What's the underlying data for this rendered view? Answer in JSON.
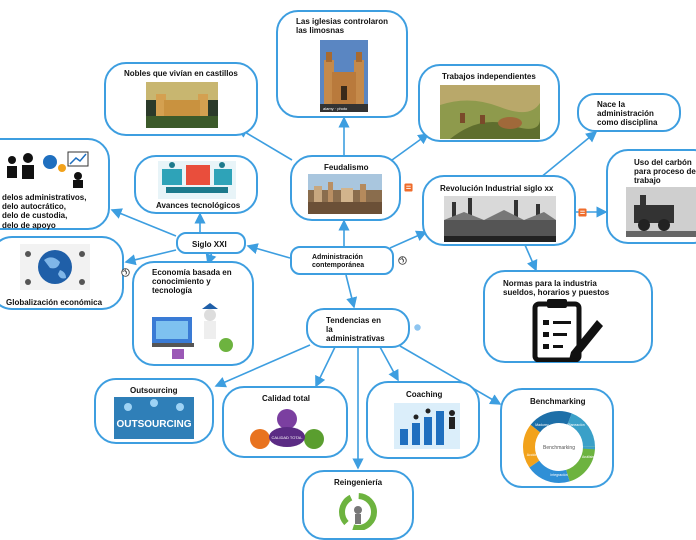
{
  "colors": {
    "border": "#3d9ee0",
    "connector": "#3d9ee0",
    "text": "#111111",
    "note_icon": "#ef6c2b"
  },
  "nodes": {
    "admin": "Administración\ncontemporánea",
    "feudalismo": "Feudalismo",
    "iglesias": "Las iglesias controlaron\nlas limosnas",
    "iglesias_caption": "alamy · photo",
    "nobles": "Nobles que vivían en castillos",
    "trabajos": "Trabajos independientes",
    "revolucion": "Revolución Industrial siglo xx",
    "nace": "Nace la\nadministración\ncomo disciplina",
    "carbon": "Uso del carbón\npara proceso de\ntrabajo",
    "normas": "Normas para la industria\nsueldos, horarios y puestos",
    "siglo": "Siglo XXI",
    "avances": "Avances tecnológicos",
    "modelos": "delos administrativos,\ndelo autocrático,\ndelo de custodia,\ndelo de apoyo",
    "globalizacion": "Globalización económica",
    "economia": "Economía basada en\nconocimiento y\ntecnología",
    "tendencias": "Tendencias en\nla\nadministrativas",
    "outsourcing": "Outsourcing",
    "outsourcing_img": "OUTSOURCING",
    "calidad": "Calidad total",
    "calidad_center": "CALIDAD TOTAL",
    "coaching": "Coaching",
    "benchmarking": "Benchmarking",
    "bench_center": "Benchmarking",
    "bench_seg1": "Planeación",
    "bench_seg2": "Análisis",
    "bench_seg3": "Integración",
    "bench_seg4": "Acción",
    "bench_seg5": "Madurez",
    "reingenieria": "Reingeniería"
  },
  "icons": {
    "note": "note-icon",
    "globe": "globe-icon",
    "dot": "attachment-dot-icon"
  }
}
